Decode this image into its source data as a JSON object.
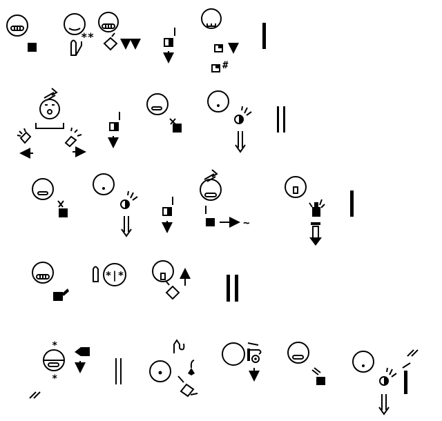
{
  "notation": {
    "ink_color": "#000000",
    "background_color": "#ffffff",
    "rows": [
      {
        "id": "row-1",
        "signs": [
          {
            "name": "sign-1-1",
            "glyphs": [
              "face-closed-mouth-icon",
              "square-filled-icon"
            ]
          },
          {
            "name": "sign-1-2",
            "glyphs": [
              "face-icon",
              "hand-flat-icon",
              "diacritic-stars-icon"
            ],
            "text": "**"
          },
          {
            "name": "sign-1-3",
            "glyphs": [
              "face-closed-mouth-icon",
              "diamond-icon",
              "arrow-down-double-icon"
            ]
          },
          {
            "name": "sign-1-4",
            "glyphs": [
              "square-half-icon",
              "arrow-down-icon"
            ]
          },
          {
            "name": "sign-1-5",
            "glyphs": [
              "face-teeth-icon",
              "square-small-icon",
              "arrow-down-icon"
            ],
            "text": "#"
          }
        ],
        "separator": "single-bar"
      },
      {
        "id": "row-2",
        "signs": [
          {
            "name": "sign-2-1",
            "glyphs": [
              "head-movement-icon",
              "hands-spread-icon",
              "arrow-left-icon",
              "arrow-right-icon"
            ]
          },
          {
            "name": "sign-2-2",
            "glyphs": [
              "square-half-icon",
              "arrow-down-icon"
            ]
          },
          {
            "name": "sign-2-3",
            "glyphs": [
              "face-neutral-icon",
              "square-filled-icon"
            ]
          },
          {
            "name": "sign-2-4",
            "glyphs": [
              "face-round-mouth-icon",
              "hand-half-icon",
              "arrow-down-double-icon"
            ]
          }
        ],
        "separator": "double-bar"
      },
      {
        "id": "row-3",
        "signs": [
          {
            "name": "sign-3-1",
            "glyphs": [
              "face-neutral-icon",
              "square-filled-icon"
            ]
          },
          {
            "name": "sign-3-2",
            "glyphs": [
              "face-round-mouth-icon",
              "hand-half-icon",
              "arrow-down-double-icon"
            ]
          },
          {
            "name": "sign-3-3",
            "glyphs": [
              "square-half-icon",
              "arrow-down-icon"
            ]
          },
          {
            "name": "sign-3-4",
            "glyphs": [
              "head-movement-icon",
              "square-filled-icon",
              "arrow-right-icon"
            ],
            "text": "~"
          },
          {
            "name": "sign-3-5",
            "glyphs": [
              "face-open-mouth-icon",
              "hand-pointing-icon",
              "arrow-down-hollow-icon"
            ]
          }
        ],
        "separator": "single-bar"
      },
      {
        "id": "row-4",
        "signs": [
          {
            "name": "sign-4-1",
            "glyphs": [
              "face-closed-mouth-icon",
              "hand-filled-icon"
            ]
          },
          {
            "name": "sign-4-2",
            "glyphs": [
              "hand-flat-icon",
              "contact-circle-icon"
            ],
            "text": "*|*"
          },
          {
            "name": "sign-4-3",
            "glyphs": [
              "face-open-mouth-icon",
              "diamond-icon",
              "arrow-up-icon"
            ]
          }
        ],
        "separator": "double-bar-heavy"
      },
      {
        "id": "row-5",
        "signs": [
          {
            "name": "sign-5-1",
            "glyphs": [
              "face-neutral-icon",
              "hand-filled-icon",
              "arrow-down-icon"
            ],
            "text": "*"
          },
          {
            "name": "sign-5-2",
            "glyphs": [
              "face-dot-icon",
              "hand-hooked-icon",
              "hand-outline-icon"
            ]
          },
          {
            "name": "sign-5-3",
            "glyphs": [
              "circle-large-icon",
              "hand-curl-icon",
              "arrow-down-icon"
            ]
          },
          {
            "name": "sign-5-4",
            "glyphs": [
              "face-neutral-icon",
              "square-filled-icon"
            ]
          },
          {
            "name": "sign-5-5",
            "glyphs": [
              "face-round-mouth-icon",
              "hand-half-icon",
              "arrow-down-double-icon"
            ]
          }
        ],
        "separator": "double-thin"
      }
    ],
    "marks": {
      "stars": "**",
      "hash": "#",
      "tilde": "~",
      "contact": "*|*",
      "asterisk": "*"
    }
  }
}
